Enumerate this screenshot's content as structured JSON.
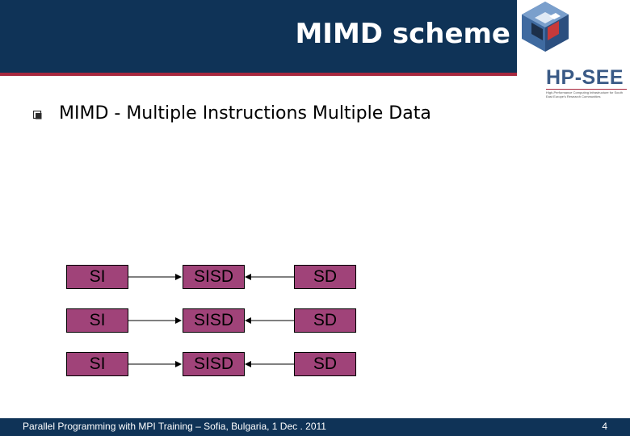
{
  "slide": {
    "title": "MIMD scheme",
    "bullet": "MIMD - Multiple Instructions Multiple Data"
  },
  "logo": {
    "name": "HP-SEE",
    "tagline": "High-Performance Computing Infrastructure for South East Europe's Research Communities"
  },
  "diagram": {
    "rows": [
      {
        "instruction": "SI",
        "processor": "SISD",
        "data": "SD"
      },
      {
        "instruction": "SI",
        "processor": "SISD",
        "data": "SD"
      },
      {
        "instruction": "SI",
        "processor": "SISD",
        "data": "SD"
      }
    ]
  },
  "footer": {
    "text": "Parallel Programming with MPI Training – Sofia, Bulgaria, 1 Dec . 2011",
    "page": "4"
  },
  "colors": {
    "header": "#0f3357",
    "accent": "#a8283e",
    "box": "#a04379"
  }
}
